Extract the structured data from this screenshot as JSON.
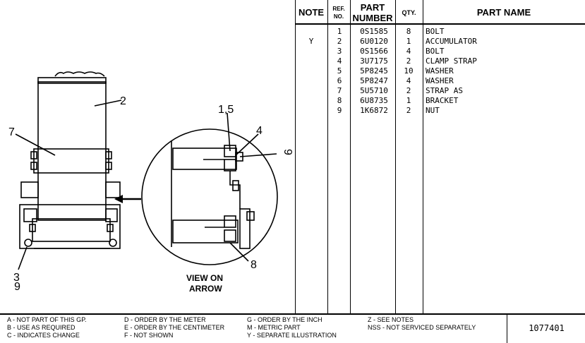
{
  "callouts": {
    "accumulator": "2",
    "strap": "7",
    "bolt_corner": "3",
    "bracket_corner": "6",
    "bolt_washer_detail": "1,5",
    "washer_detail": "4",
    "nut_detail": "9",
    "bracket_detail": "8",
    "view_caption_line1": "VIEW ON",
    "view_caption_line2": "ARROW"
  },
  "table": {
    "headers": {
      "note": "NOTE",
      "ref_line1": "REF.",
      "ref_line2": "NO.",
      "part_line1": "PART",
      "part_line2": "NUMBER",
      "qty": "QTY.",
      "name": "PART NAME"
    },
    "rows": [
      {
        "note": "",
        "ref": "1",
        "part": "0S1585",
        "qty": "8",
        "name": "BOLT"
      },
      {
        "note": "Y",
        "ref": "2",
        "part": "6U0120",
        "qty": "1",
        "name": "ACCUMULATOR"
      },
      {
        "note": "",
        "ref": "3",
        "part": "0S1566",
        "qty": "4",
        "name": "BOLT"
      },
      {
        "note": "",
        "ref": "4",
        "part": "3U7175",
        "qty": "2",
        "name": "CLAMP STRAP"
      },
      {
        "note": "",
        "ref": "5",
        "part": "5P8245",
        "qty": "10",
        "name": "WASHER"
      },
      {
        "note": "",
        "ref": "6",
        "part": "5P8247",
        "qty": "4",
        "name": "WASHER"
      },
      {
        "note": "",
        "ref": "7",
        "part": "5U5710",
        "qty": "2",
        "name": "STRAP AS"
      },
      {
        "note": "",
        "ref": "8",
        "part": "6U8735",
        "qty": "1",
        "name": "BRACKET"
      },
      {
        "note": "",
        "ref": "9",
        "part": "1K6872",
        "qty": "2",
        "name": "NUT"
      }
    ]
  },
  "legend": {
    "col1": [
      "A - NOT PART OF THIS GP.",
      "B - USE AS REQUIRED",
      "C - INDICATES CHANGE"
    ],
    "col2": [
      "D - ORDER BY THE METER",
      "E - ORDER BY THE CENTIMETER",
      "F - NOT SHOWN"
    ],
    "col3": [
      "G - ORDER BY THE INCH",
      "M - METRIC PART",
      "Y - SEPARATE ILLUSTRATION"
    ],
    "col4": [
      "Z - SEE NOTES",
      "NSS - NOT SERVICED SEPARATELY"
    ]
  },
  "drawing_number": "1077401"
}
